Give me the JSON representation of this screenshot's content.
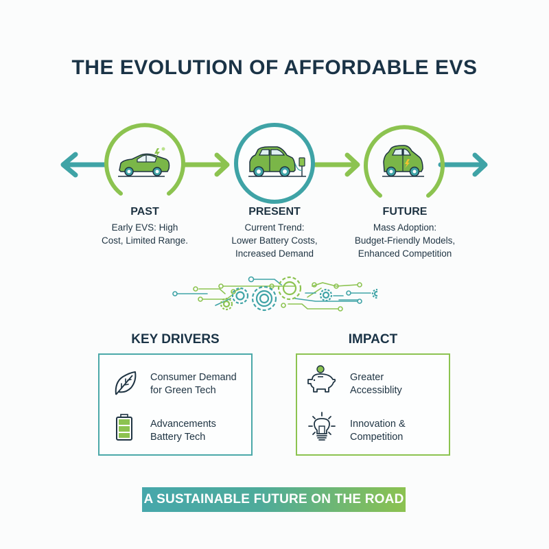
{
  "title": "THE EVOLUTION OF AFFORDABLE EVS",
  "colors": {
    "teal": "#3fa3a6",
    "green": "#8cc350",
    "navy": "#1a3346"
  },
  "timeline": {
    "stages": [
      {
        "label": "PAST",
        "icon": "sports-ev-car-icon",
        "description_lines": [
          "Early EVS: High",
          "Cost, Limited Range."
        ]
      },
      {
        "label": "PRESENT",
        "icon": "charging-ev-car-icon",
        "description_lines": [
          "Current Trend:",
          "Lower Battery Costs,",
          "Increased Demand"
        ]
      },
      {
        "label": "FUTURE",
        "icon": "compact-ev-car-icon",
        "description_lines": [
          "Mass Adoption:",
          "Budget-Friendly Models,",
          "Enhanced Competition"
        ]
      }
    ]
  },
  "divider": {
    "icon": "gears-circuit-icon"
  },
  "key_drivers": {
    "title": "KEY DRIVERS",
    "items": [
      {
        "icon": "leaf-icon",
        "lines": [
          "Consumer Demand",
          "for Green Tech"
        ]
      },
      {
        "icon": "battery-icon",
        "lines": [
          "Advancements",
          "Battery Tech"
        ]
      }
    ]
  },
  "impact": {
    "title": "IMPACT",
    "items": [
      {
        "icon": "piggy-bank-icon",
        "lines": [
          "Greater",
          "Accessiblity"
        ]
      },
      {
        "icon": "lightbulb-icon",
        "lines": [
          "Innovation &",
          "Competition"
        ]
      }
    ]
  },
  "banner": "A SUSTAINABLE FUTURE ON THE ROAD"
}
